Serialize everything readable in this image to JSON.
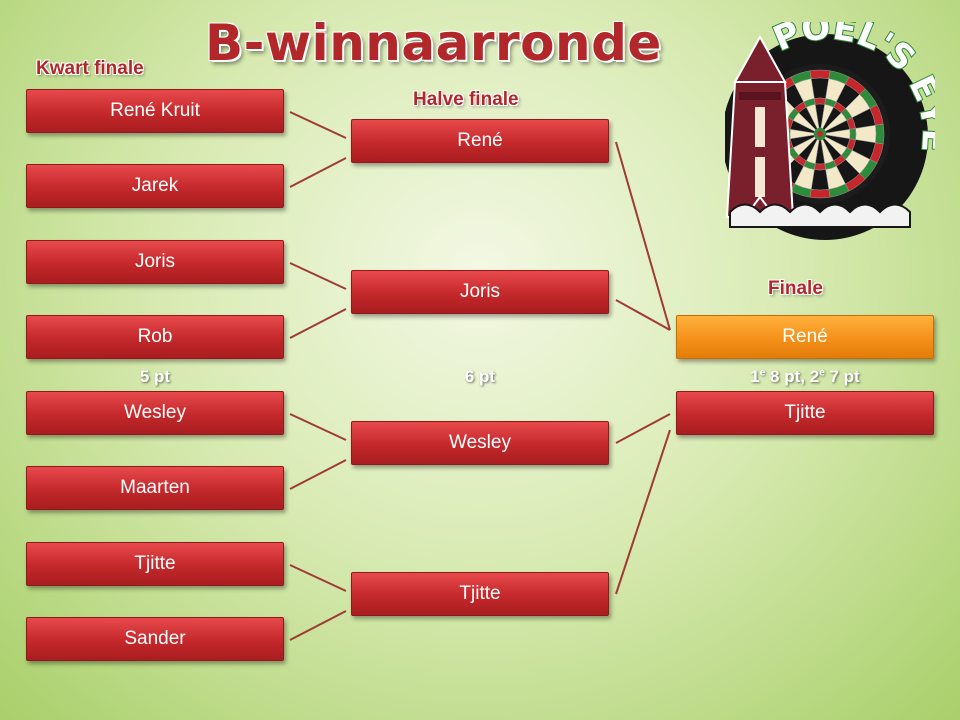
{
  "title": "B-winnaarronde",
  "rounds": {
    "quarter": "Kwart finale",
    "semi": "Halve finale",
    "final": "Finale"
  },
  "points": {
    "quarter": "5 pt",
    "semi": "6 pt",
    "final_first": "1",
    "final_first_sup": "e",
    "final_first_pts": " 8 pt, 2",
    "final_second_sup": "e",
    "final_second_pts": " 7 pt"
  },
  "quarter_finals": [
    "René Kruit",
    "Jarek",
    "Joris",
    "Rob",
    "Wesley",
    "Maarten",
    "Tjitte",
    "Sander"
  ],
  "semi_finals": [
    "René",
    "Joris",
    "Wesley",
    "Tjitte"
  ],
  "finals": [
    "René",
    "Tjitte"
  ],
  "logo": {
    "text": "POEL'S EYE",
    "icon": "dartboard-windmill-logo"
  },
  "colors": {
    "box": "#c4282b",
    "winner": "#f4911a",
    "line": "#a03a35",
    "title": "#b2282a"
  }
}
